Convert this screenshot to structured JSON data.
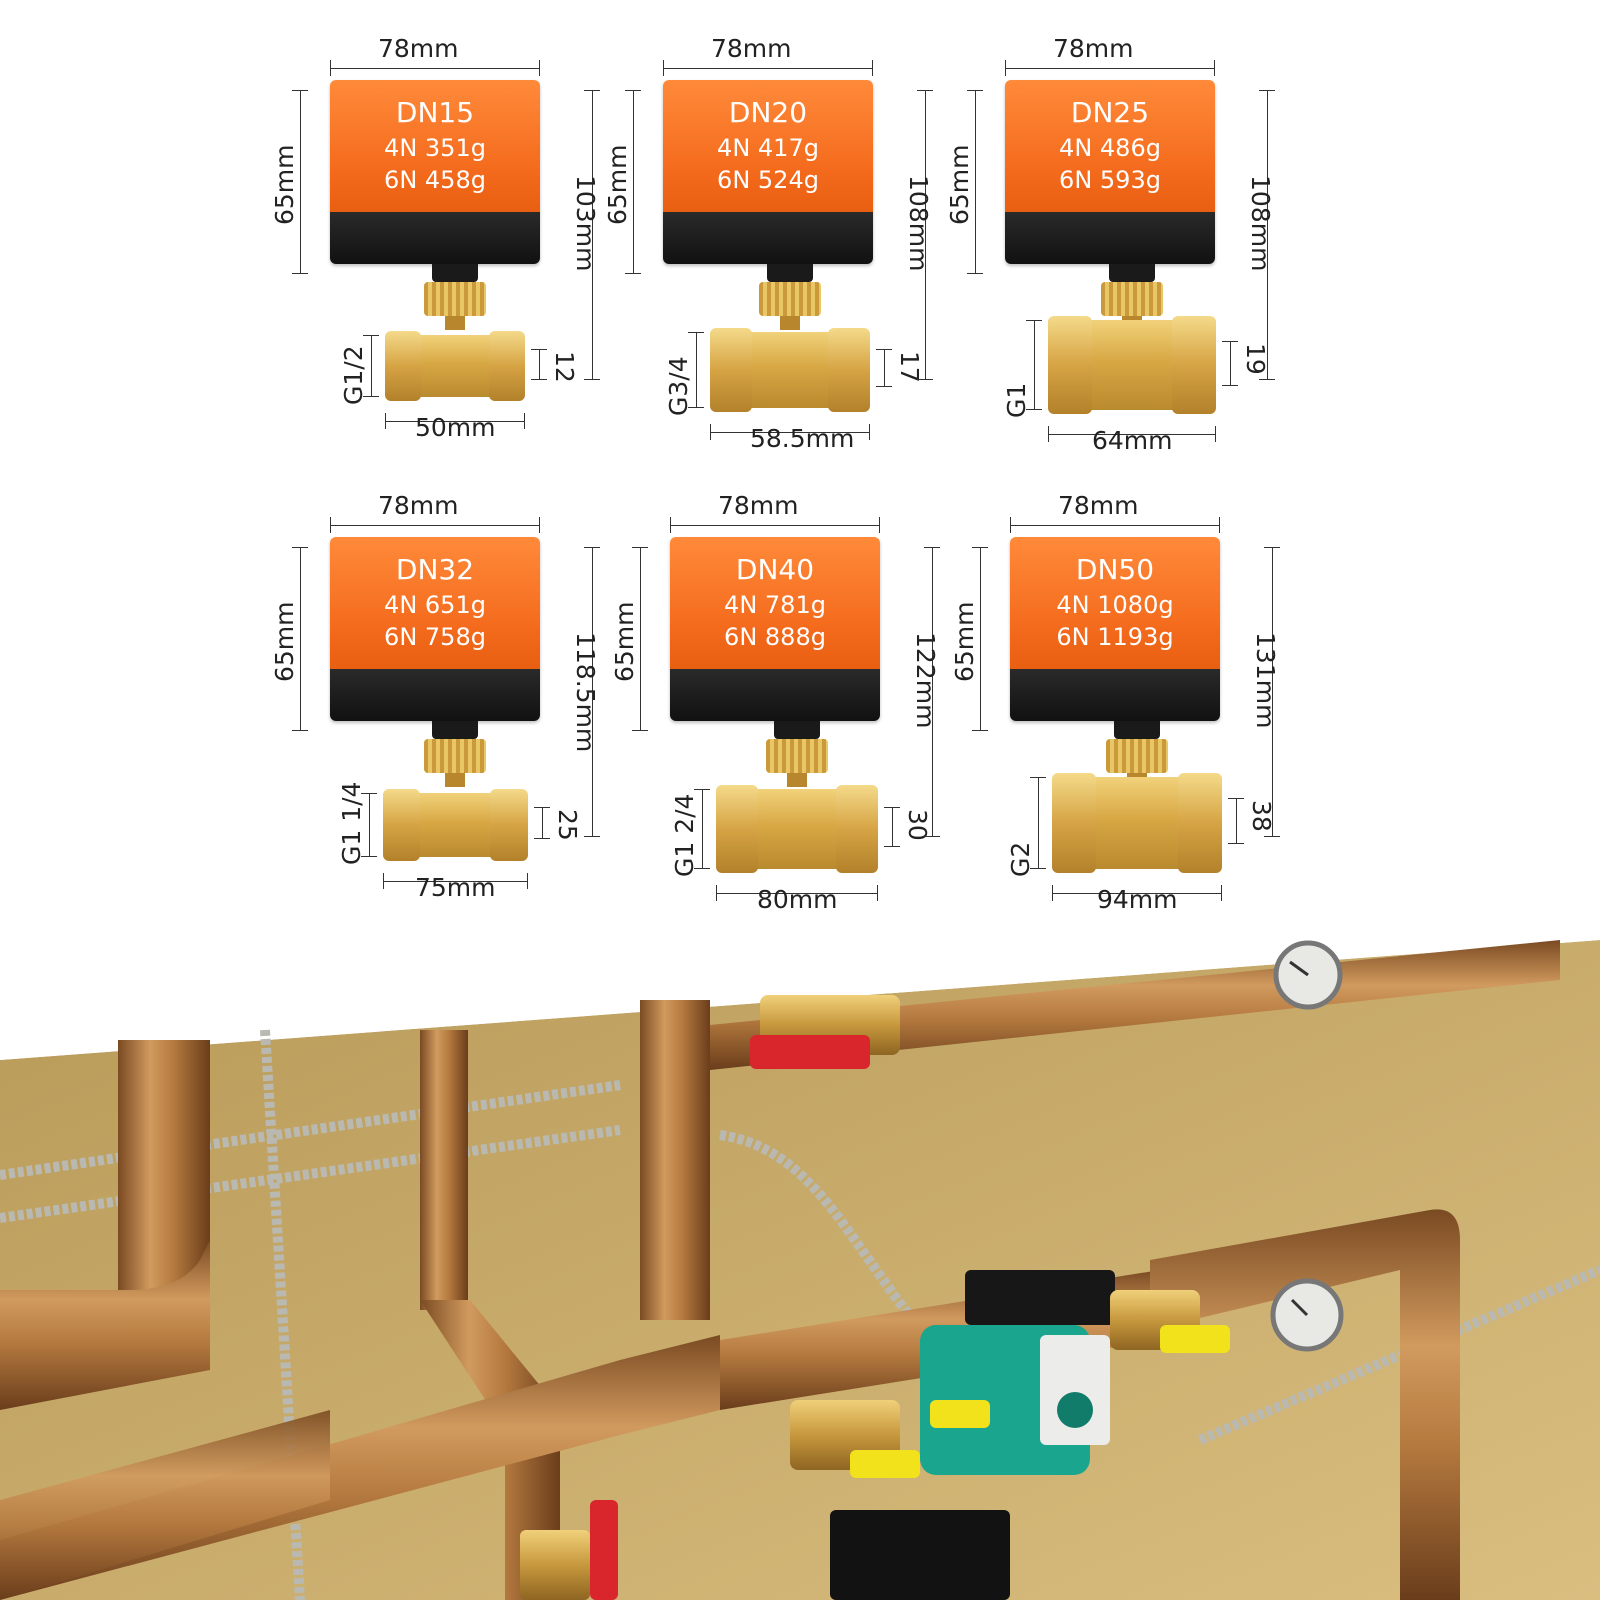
{
  "valves": [
    {
      "model": "DN15",
      "weight_4n": "4N 351g",
      "weight_6n": "6N 458g",
      "width_top": "78mm",
      "actuator_height": "65mm",
      "total_height": "103mm",
      "thread": "G1/2",
      "bore": "12",
      "body_length": "50mm"
    },
    {
      "model": "DN20",
      "weight_4n": "4N 417g",
      "weight_6n": "6N 524g",
      "width_top": "78mm",
      "actuator_height": "65mm",
      "total_height": "108mm",
      "thread": "G3/4",
      "bore": "17",
      "body_length": "58.5mm"
    },
    {
      "model": "DN25",
      "weight_4n": "4N 486g",
      "weight_6n": "6N 593g",
      "width_top": "78mm",
      "actuator_height": "65mm",
      "total_height": "108mm",
      "thread": "G1",
      "bore": "19",
      "body_length": "64mm"
    },
    {
      "model": "DN32",
      "weight_4n": "4N 651g",
      "weight_6n": "6N 758g",
      "width_top": "78mm",
      "actuator_height": "65mm",
      "total_height": "118.5mm",
      "thread": "G1 1/4",
      "bore": "25",
      "body_length": "75mm"
    },
    {
      "model": "DN40",
      "weight_4n": "4N 781g",
      "weight_6n": "6N 888g",
      "width_top": "78mm",
      "actuator_height": "65mm",
      "total_height": "122mm",
      "thread": "G1 2/4",
      "bore": "30",
      "body_length": "80mm"
    },
    {
      "model": "DN50",
      "weight_4n": "4N 1080g",
      "weight_6n": "6N 1193g",
      "width_top": "78mm",
      "actuator_height": "65mm",
      "total_height": "131mm",
      "thread": "G2",
      "bore": "38",
      "body_length": "94mm"
    }
  ],
  "colors": {
    "actuator_orange": "#f46a1c",
    "actuator_black": "#151515",
    "brass": "#d8a845",
    "copper": "#b9773d",
    "wall": "#cdb070",
    "handle_red": "#d9262c",
    "handle_yellow": "#f2e21c",
    "pump_green": "#1aa58e"
  }
}
